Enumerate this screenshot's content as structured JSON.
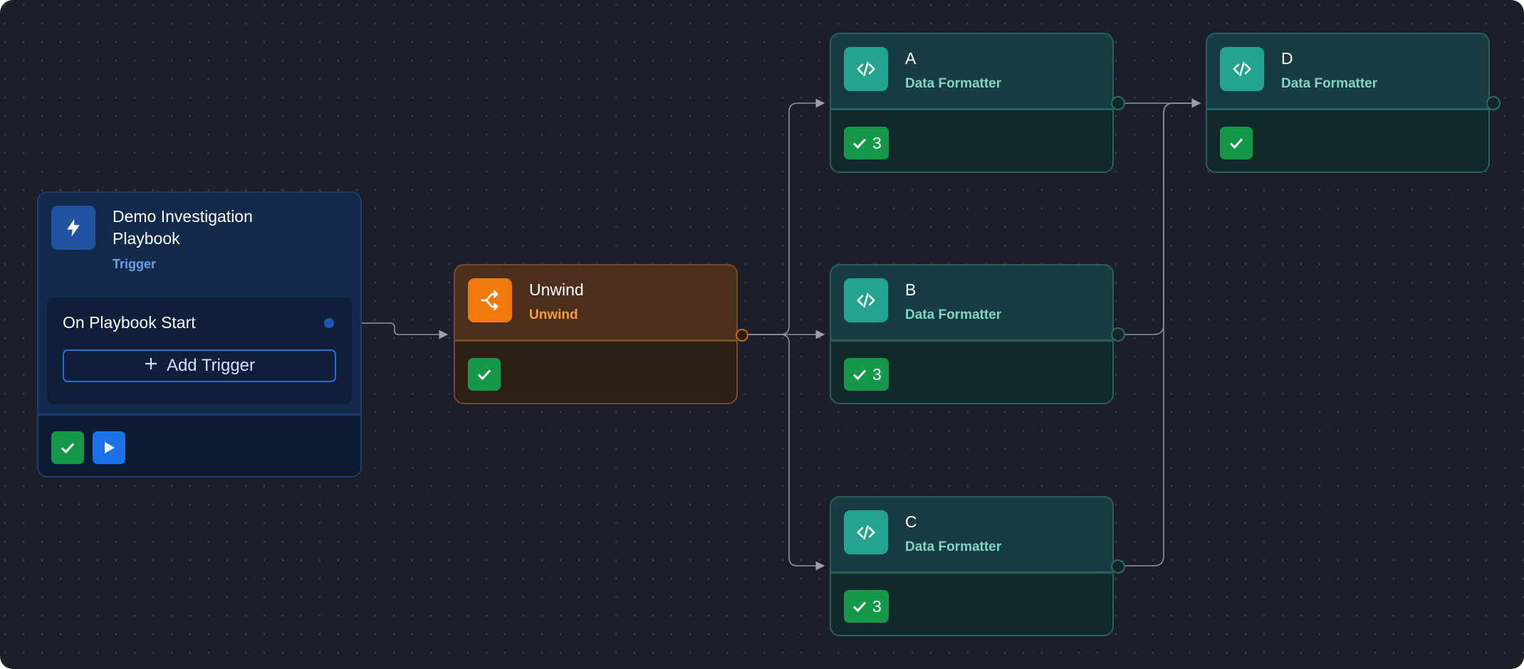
{
  "trigger": {
    "title_line1": "Demo Investigation",
    "title_line2": "Playbook",
    "subtitle": "Trigger",
    "event_label": "On Playbook Start",
    "add_trigger_label": "Add Trigger",
    "icon": "bolt-icon"
  },
  "unwind": {
    "title": "Unwind",
    "subtitle": "Unwind",
    "icon": "shuffle-icon"
  },
  "nodes": [
    {
      "title": "A",
      "subtitle": "Data Formatter",
      "count": "3",
      "icon": "code-icon"
    },
    {
      "title": "B",
      "subtitle": "Data Formatter",
      "count": "3",
      "icon": "code-icon"
    },
    {
      "title": "C",
      "subtitle": "Data Formatter",
      "count": "3",
      "icon": "code-icon"
    },
    {
      "title": "D",
      "subtitle": "Data Formatter",
      "icon": "code-icon"
    }
  ],
  "colors": {
    "canvas": "#1c1f29",
    "trigger_accent": "#2252a0",
    "unwind_accent": "#f07a10",
    "formatter_accent": "#24a38e",
    "success": "#15984a",
    "play": "#1c73e8"
  }
}
